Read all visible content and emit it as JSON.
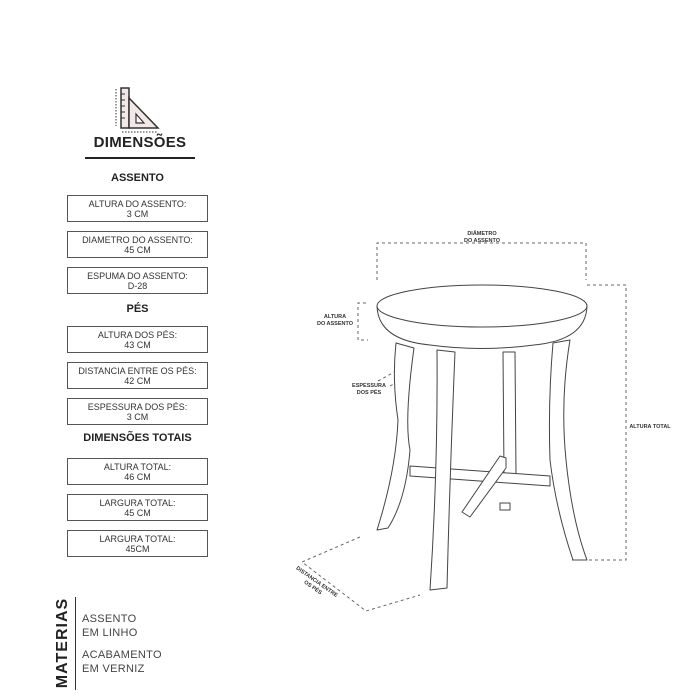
{
  "title": "DIMENSÕES",
  "sections": [
    {
      "heading": "ASSENTO",
      "items": [
        {
          "label": "ALTURA DO ASSENTO:",
          "value": "3 CM"
        },
        {
          "label": "DIAMETRO DO ASSENTO:",
          "value": "45 CM"
        },
        {
          "label": "ESPUMA DO ASSENTO:",
          "value": "D-28"
        }
      ]
    },
    {
      "heading": "PÉS",
      "items": [
        {
          "label": "ALTURA DOS PÉS:",
          "value": "43 CM"
        },
        {
          "label": "DISTANCIA ENTRE OS PÉS:",
          "value": "42 CM"
        },
        {
          "label": "ESPESSURA DOS PÉS:",
          "value": "3 CM"
        }
      ]
    },
    {
      "heading": "DIMENSÕES TOTAIS",
      "items": [
        {
          "label": "ALTURA TOTAL:",
          "value": "46 CM"
        },
        {
          "label": "LARGURA TOTAL:",
          "value": "45 CM"
        },
        {
          "label": "LARGURA TOTAL:",
          "value": "45CM"
        }
      ]
    }
  ],
  "materials": {
    "heading": "MATERIAS",
    "lines": [
      "ASSENTO",
      "EM LINHO",
      "ACABAMENTO",
      "EM VERNIZ"
    ]
  },
  "diagram": {
    "diametro": [
      "DIÂMETRO",
      "DO ASSENTO"
    ],
    "altura_assento": [
      "ALTURA",
      "DO ASSENTO"
    ],
    "espessura": [
      "ESPESSURA",
      "DOS PÉS"
    ],
    "altura_total": "ALTURA TOTAL",
    "distancia": [
      "DISTANCIA ENTRE",
      "OS PÉS"
    ]
  }
}
